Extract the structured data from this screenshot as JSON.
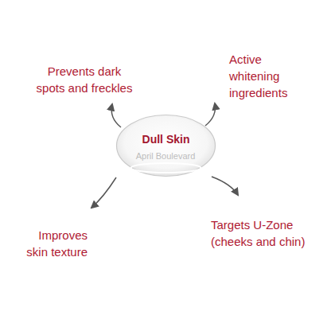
{
  "diagram": {
    "nodes": [
      {
        "text": [
          "Dull Skin"
        ]
      }
    ],
    "labels": [
      "Prevents dark spots and freckles",
      "Active whitening ingredients",
      "April Boulevard",
      "Improves skin texture",
      "Targets U-Zone (cheeks and chin)"
    ]
  }
}
